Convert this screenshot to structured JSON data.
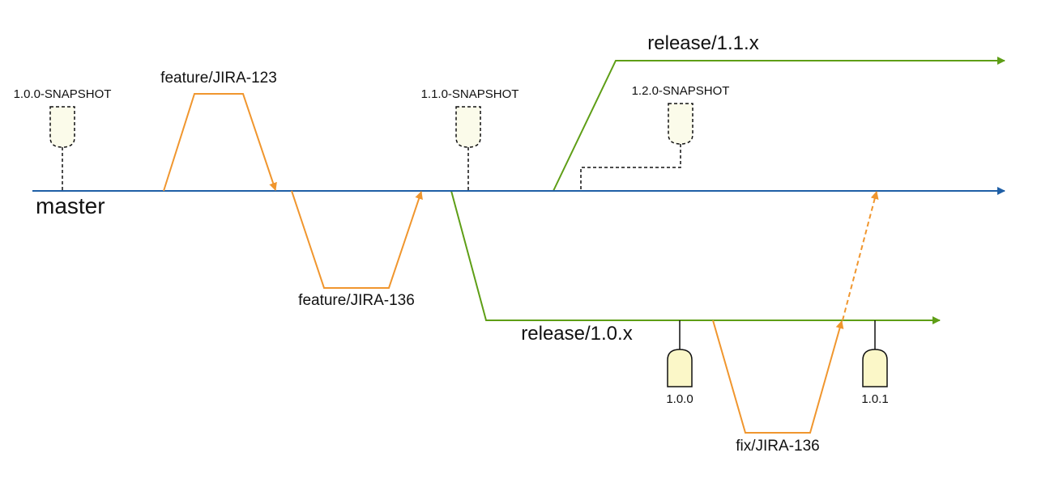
{
  "colors": {
    "master": "#1f5fa6",
    "release": "#5e9e16",
    "feature": "#f0962e",
    "tag_fill_snapshot": "#fbfbea",
    "tag_fill_release": "#fbf7c8",
    "tag_stroke": "#111111",
    "text": "#111111"
  },
  "branches": {
    "master": "master",
    "feature_123": "feature/JIRA-123",
    "feature_136": "feature/JIRA-136",
    "release_1_0": "release/1.0.x",
    "release_1_1": "release/1.1.x",
    "fix_136": "fix/JIRA-136"
  },
  "tags": {
    "snap_100": "1.0.0-SNAPSHOT",
    "snap_110": "1.1.0-SNAPSHOT",
    "snap_120": "1.2.0-SNAPSHOT",
    "rel_100": "1.0.0",
    "rel_101": "1.0.1"
  }
}
